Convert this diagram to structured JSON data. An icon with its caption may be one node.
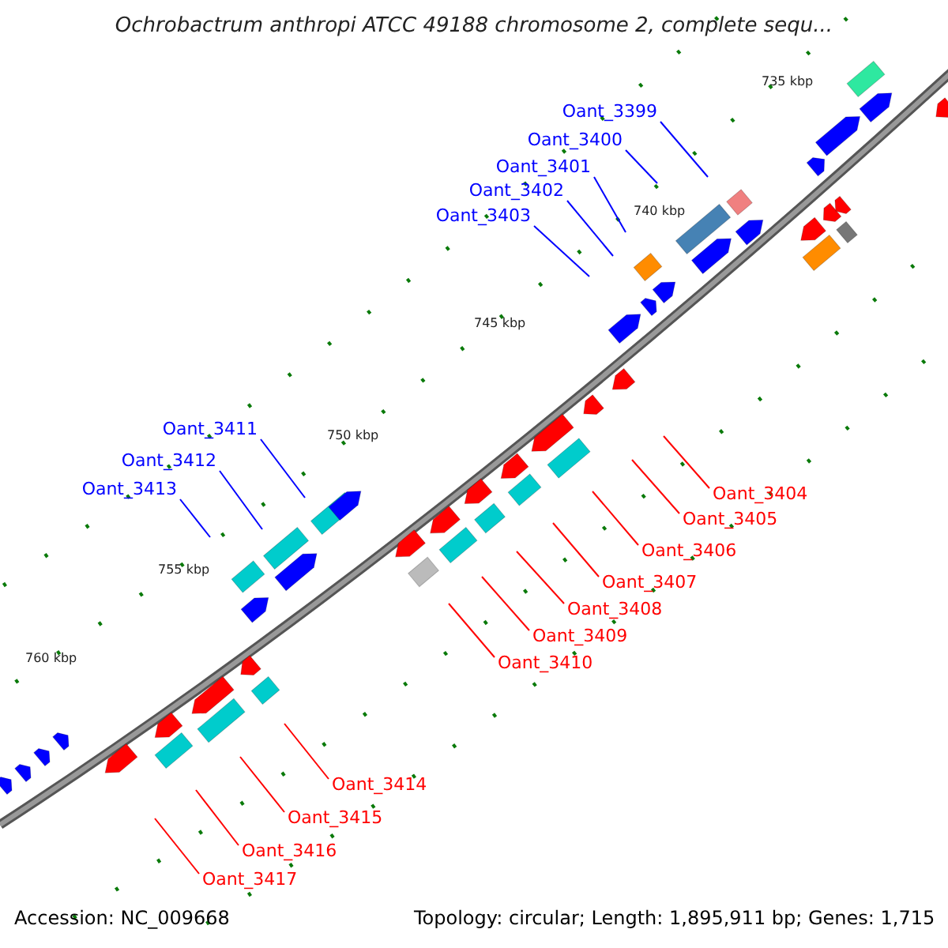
{
  "diagram": {
    "title": "Ochrobactrum anthropi ATCC 49188 chromosome 2, complete sequ...",
    "nodes": [
      {
        "text": [
          "Oant_3399"
        ]
      },
      {
        "text": [
          "Oant_3400"
        ]
      },
      {
        "text": [
          "Oant_3401"
        ]
      },
      {
        "text": [
          "Oant_3402"
        ]
      },
      {
        "text": [
          "Oant_3403"
        ]
      },
      {
        "text": [
          "Oant_3404"
        ]
      },
      {
        "text": [
          "Oant_3405"
        ]
      },
      {
        "text": [
          "Oant_3406"
        ]
      },
      {
        "text": [
          "Oant_3407"
        ]
      },
      {
        "text": [
          "Oant_3408"
        ]
      },
      {
        "text": [
          "Oant_3409"
        ]
      },
      {
        "text": [
          "Oant_3410"
        ]
      },
      {
        "text": [
          "Oant_3411"
        ]
      },
      {
        "text": [
          "Oant_3412"
        ]
      },
      {
        "text": [
          "Oant_3413"
        ]
      },
      {
        "text": [
          "Oant_3414"
        ]
      },
      {
        "text": [
          "Oant_3415"
        ]
      },
      {
        "text": [
          "Oant_3416"
        ]
      },
      {
        "text": [
          "Oant_3417"
        ]
      }
    ],
    "edges": [
      {
        "from": 0,
        "to": null,
        "arrow": "none",
        "color": "#0000ff"
      },
      {
        "from": 1,
        "to": null,
        "arrow": "none",
        "color": "#0000ff"
      },
      {
        "from": 2,
        "to": null,
        "arrow": "none",
        "color": "#0000ff"
      },
      {
        "from": 3,
        "to": null,
        "arrow": "none",
        "color": "#0000ff"
      },
      {
        "from": 4,
        "to": null,
        "arrow": "none",
        "color": "#0000ff"
      },
      {
        "from": 5,
        "to": null,
        "arrow": "none"
      },
      {
        "from": 6,
        "to": null,
        "arrow": "none"
      },
      {
        "from": 7,
        "to": null,
        "arrow": "none"
      },
      {
        "from": 8,
        "to": null,
        "arrow": "none"
      },
      {
        "from": 9,
        "to": null,
        "arrow": "none"
      },
      {
        "from": 10,
        "to": null,
        "arrow": "none"
      },
      {
        "from": 11,
        "to": null,
        "arrow": "none"
      },
      {
        "from": 12,
        "to": null,
        "arrow": "none",
        "color": "#0000ff"
      },
      {
        "from": 13,
        "to": null,
        "arrow": "none",
        "color": "#0000ff"
      },
      {
        "from": 14,
        "to": null,
        "arrow": "none",
        "color": "#0000ff"
      },
      {
        "from": 15,
        "to": null,
        "arrow": "none"
      },
      {
        "from": 16,
        "to": null,
        "arrow": "none"
      },
      {
        "from": 17,
        "to": null,
        "arrow": "none"
      },
      {
        "from": 18,
        "to": null,
        "arrow": "none"
      }
    ],
    "labels": [
      "735 kbp",
      "740 kbp",
      "745 kbp",
      "750 kbp",
      "755 kbp",
      "760 kbp",
      "Accession: NC_009668",
      "Topology: circular; Length: 1,895,911 bp; Genes: 1,715"
    ]
  }
}
